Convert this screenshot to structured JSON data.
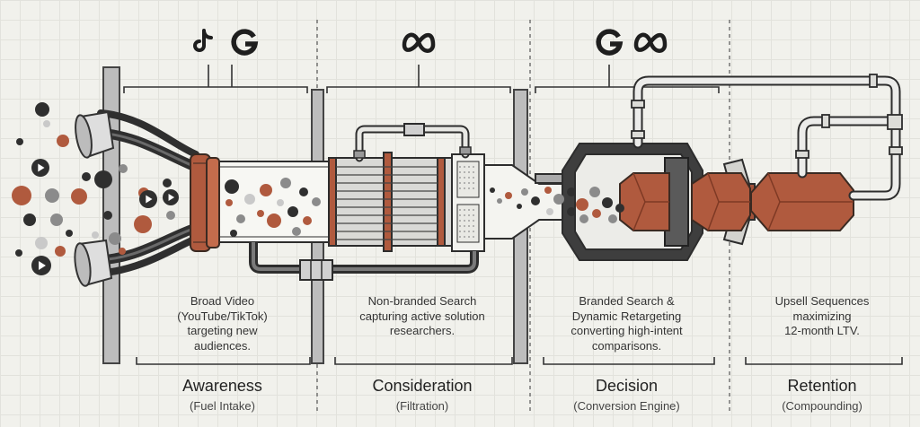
{
  "stages": [
    {
      "title": "Awareness",
      "subtitle": "(Fuel Intake)",
      "description": [
        "Broad Video",
        "(YouTube/TikTok)",
        "targeting new",
        "audiences."
      ],
      "channels": [
        "tiktok-icon",
        "google-icon"
      ]
    },
    {
      "title": "Consideration",
      "subtitle": "(Filtration)",
      "description": [
        "Non-branded Search",
        "capturing active solution",
        "researchers."
      ],
      "channels": [
        "meta-icon"
      ]
    },
    {
      "title": "Decision",
      "subtitle": "(Conversion Engine)",
      "description": [
        "Branded Search &",
        "Dynamic Retargeting",
        "converting high-intent",
        "comparisons."
      ],
      "channels": [
        "google-icon",
        "meta-icon"
      ]
    },
    {
      "title": "Retention",
      "subtitle": "(Compounding)",
      "description": [
        "Upsell Sequences",
        "maximizing",
        "12-month LTV."
      ],
      "channels": []
    }
  ],
  "colors": {
    "ink": "#2d2d2d",
    "copper": "#b05a3e",
    "copper_dark": "#8a3f28",
    "steel": "#6e6e6e",
    "background": "#f1f1ec"
  }
}
